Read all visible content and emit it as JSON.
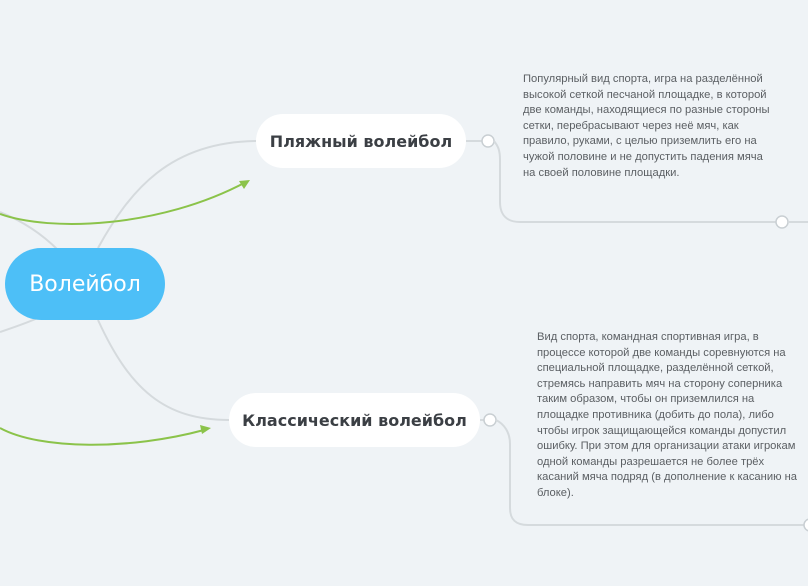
{
  "mindmap": {
    "root": {
      "label": "Волейбол",
      "color": "#4dbff7"
    },
    "topics": [
      {
        "label": "Пляжный волейбол",
        "note": "Популярный вид спорта, игра на разделённой высокой сеткой песчаной площадке, в которой две команды, находящиеся по разные стороны сетки, перебрасывают через неё мяч, как правило, руками, с целью приземлить его на чужой половине и не допустить падения мяча на своей половине площадки."
      },
      {
        "label": "Классический волейбол",
        "note": "Вид спорта, командная спортивная игра, в процессе которой две команды соревнуются на специальной площадке, разделённой сеткой, стремясь направить мяч на сторону соперника таким образом, чтобы он приземлился на площадке противника (добить до пола), либо чтобы игрок защищающейся команды допустил ошибку. При этом для организации атаки игрокам одной команды разрешается не более трёх касаний мяча подряд (в дополнение к касанию на блоке)."
      }
    ],
    "colors": {
      "background": "#eff3f6",
      "connector": "#d5dadd",
      "relation_arrow": "#8bc34a"
    }
  }
}
